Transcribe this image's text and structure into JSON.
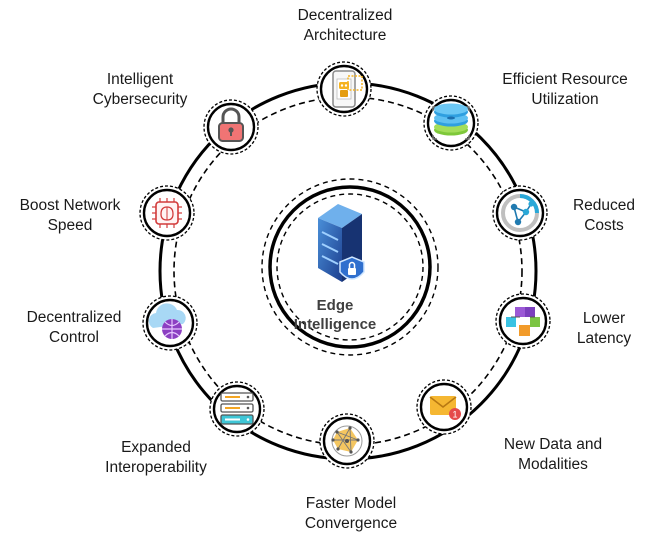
{
  "center": {
    "title": "Edge\nIntelligence",
    "icon": "server-shield-icon"
  },
  "nodes": [
    {
      "label": "Decentralized\nArchitecture",
      "icon": "phone-robot-icon"
    },
    {
      "label": "Efficient Resource\nUtilization",
      "icon": "stacked-discs-icon"
    },
    {
      "label": "Reduced\nCosts",
      "icon": "network-nodes-icon"
    },
    {
      "label": "Lower\nLatency",
      "icon": "cubes-icon"
    },
    {
      "label": "New Data and\nModalities",
      "icon": "mail-notification-icon"
    },
    {
      "label": "Faster Model\nConvergence",
      "icon": "neural-globe-icon"
    },
    {
      "label": "Expanded\nInteroperability",
      "icon": "server-rack-icon"
    },
    {
      "label": "Decentralized\nControl",
      "icon": "cloud-globe-icon"
    },
    {
      "label": "Boost Network\nSpeed",
      "icon": "brain-chip-icon"
    },
    {
      "label": "Intelligent\nCybersecurity",
      "icon": "padlock-icon"
    }
  ]
}
